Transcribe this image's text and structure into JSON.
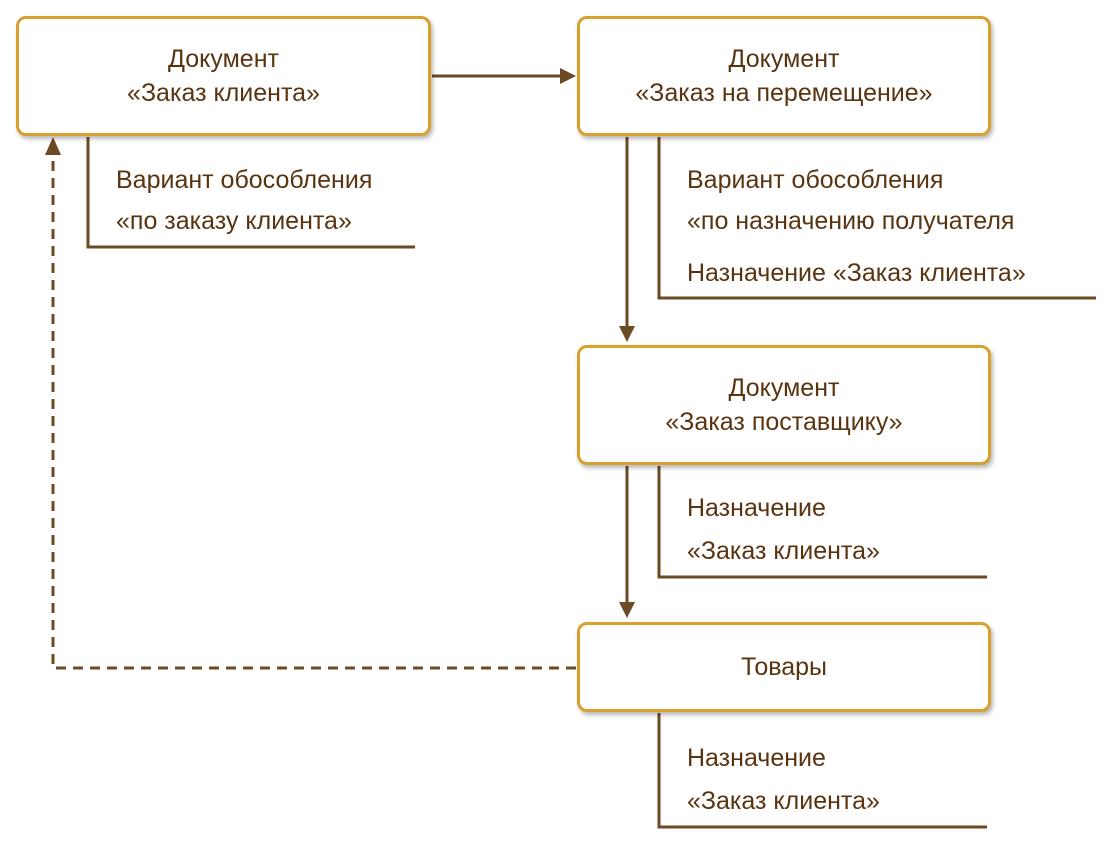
{
  "colors": {
    "box_border": "#d7a02f",
    "connector": "#6b4a24",
    "text": "#5a3410",
    "background": "#ffffff"
  },
  "nodes": {
    "client_order": {
      "line1": "Документ",
      "line2": "«Заказ клиента»"
    },
    "transfer_order": {
      "line1": "Документ",
      "line2": "«Заказ на перемещение»"
    },
    "supplier_order": {
      "line1": "Документ",
      "line2": "«Заказ поставщику»"
    },
    "goods": {
      "label": "Товары"
    }
  },
  "notes": {
    "client_order": {
      "line1": "Вариант обособления",
      "line2": "«по заказу клиента»"
    },
    "transfer_order": {
      "line1": "Вариант обособления",
      "line2": "«по назначению получателя",
      "line3": "Назначение «Заказ клиента»"
    },
    "supplier_order": {
      "line1": "Назначение",
      "line2": "«Заказ клиента»"
    },
    "goods": {
      "line1": "Назначение",
      "line2": "«Заказ клиента»"
    }
  },
  "edges": [
    {
      "from": "client_order",
      "to": "transfer_order",
      "style": "solid",
      "arrow": "end"
    },
    {
      "from": "transfer_order",
      "to": "supplier_order",
      "style": "solid",
      "arrow": "end"
    },
    {
      "from": "supplier_order",
      "to": "goods",
      "style": "solid",
      "arrow": "end"
    },
    {
      "from": "goods",
      "to": "client_order",
      "style": "dashed",
      "arrow": "end"
    }
  ]
}
